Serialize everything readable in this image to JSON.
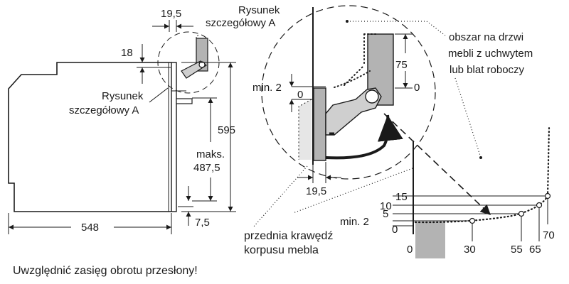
{
  "dims": {
    "d_19_5_top": "19,5",
    "d_18": "18",
    "d_595": "595",
    "d_maks": "maks.",
    "d_487_5": "487,5",
    "d_7_5": "7,5",
    "d_548": "548",
    "d_min2": "min. 2",
    "d_0_a": "0",
    "d_75": "75",
    "d_0_b": "0",
    "d_19_5_bottom": "19,5"
  },
  "labels": {
    "detail_a_top_line1": "Rysunek",
    "detail_a_top_line2": "szczegółowy A",
    "detail_a_left_line1": "Rysunek",
    "detail_a_left_line2": "szczegółowy A",
    "area_line1": "obszar na drzwi",
    "area_line2": "mebli z uchwytem",
    "area_line3": "lub blat roboczy",
    "front_line1": "przednia krawędź",
    "front_line2": "korpusu mebla",
    "caption": "Uwzględnić zasięg obrotu przesłony!"
  },
  "swing_graph": {
    "y_labels": [
      "15",
      "10",
      "5",
      "min. 2",
      "0"
    ],
    "x_labels": [
      "0",
      "30",
      "55",
      "65",
      "70"
    ]
  }
}
